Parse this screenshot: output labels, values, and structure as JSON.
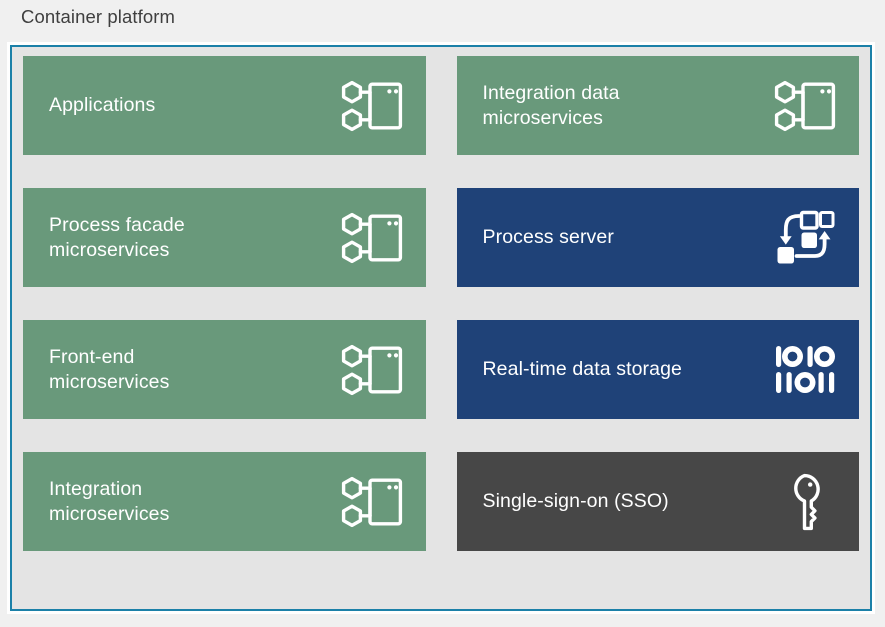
{
  "page": {
    "title": "Container platform",
    "background_color": "#f0f0f0",
    "panel_background_color": "#e4e4e4",
    "panel_border_color": "#1b80a8"
  },
  "colors": {
    "green": "#69997b",
    "navy": "#1f4278",
    "slate": "#474747",
    "text": "#ffffff",
    "title_text": "#3f3f3f"
  },
  "rows": [
    {
      "left": {
        "label": "Applications",
        "color": "#69997b",
        "style": "green",
        "icon": "microservices-icon"
      },
      "right": {
        "label": "Integration data\nmicroservices",
        "color": "#69997b",
        "style": "green",
        "icon": "microservices-icon"
      }
    },
    {
      "left": {
        "label": "Process facade\nmicroservices",
        "color": "#69997b",
        "style": "green",
        "icon": "microservices-icon"
      },
      "right": {
        "label": "Process server",
        "color": "#1f4278",
        "style": "navy",
        "icon": "process-flow-icon"
      }
    },
    {
      "left": {
        "label": "Front-end\nmicroservices",
        "color": "#69997b",
        "style": "green",
        "icon": "microservices-icon"
      },
      "right": {
        "label": "Real-time data storage",
        "color": "#1f4278",
        "style": "navy",
        "icon": "binary-data-icon"
      }
    },
    {
      "left": {
        "label": "Integration\nmicroservices",
        "color": "#69997b",
        "style": "green",
        "icon": "microservices-icon"
      },
      "right": {
        "label": "Single-sign-on (SSO)",
        "color": "#474747",
        "style": "slate",
        "icon": "key-icon"
      }
    }
  ],
  "icon_labels": {
    "microservices": "microservices-icon",
    "process_flow": "process-flow-icon",
    "binary_data": "binary-data-icon",
    "key": "key-icon"
  }
}
